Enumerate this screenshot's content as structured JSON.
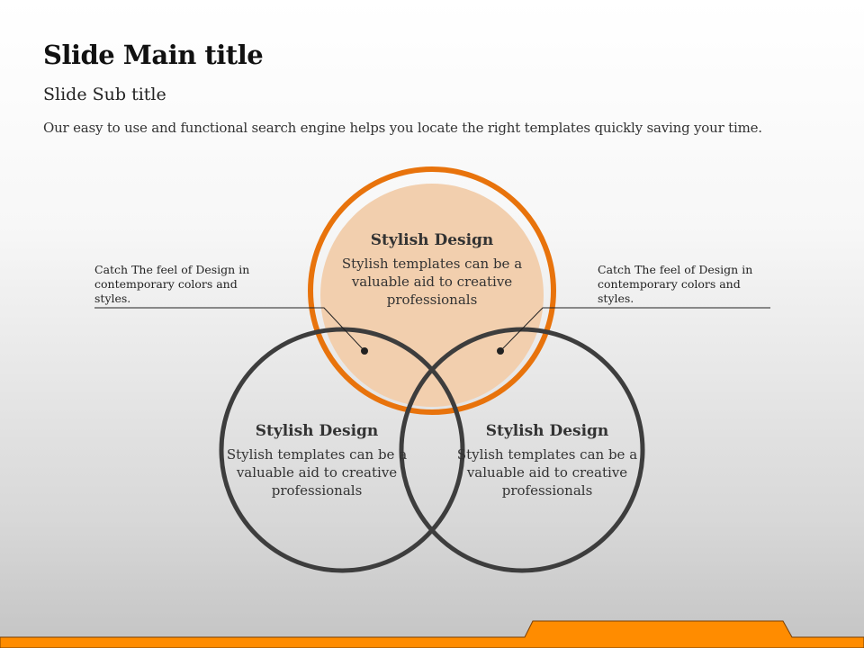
{
  "header": {
    "title": "Slide Main title",
    "subtitle": "Slide Sub title",
    "description": "Our easy to use and functional search engine helps you locate the right templates quickly saving your time."
  },
  "venn": {
    "circles": [
      {
        "heading": "Stylish Design",
        "body": "Stylish templates can be a valuable aid to creative professionals"
      },
      {
        "heading": "Stylish Design",
        "body": "Stylish templates can be a valuable aid to creative professionals"
      },
      {
        "heading": "Stylish Design",
        "body": "Stylish templates can be a valuable aid to creative professionals"
      }
    ],
    "callouts": [
      {
        "text": "Catch The feel of Design in contemporary colors and styles."
      },
      {
        "text": "Catch The feel of Design in contemporary colors and styles."
      }
    ]
  },
  "colors": {
    "accent": "#e8730c",
    "accent_fill": "#f2cfae",
    "ring": "#3d3d3d",
    "footer": "#ff8c00"
  }
}
